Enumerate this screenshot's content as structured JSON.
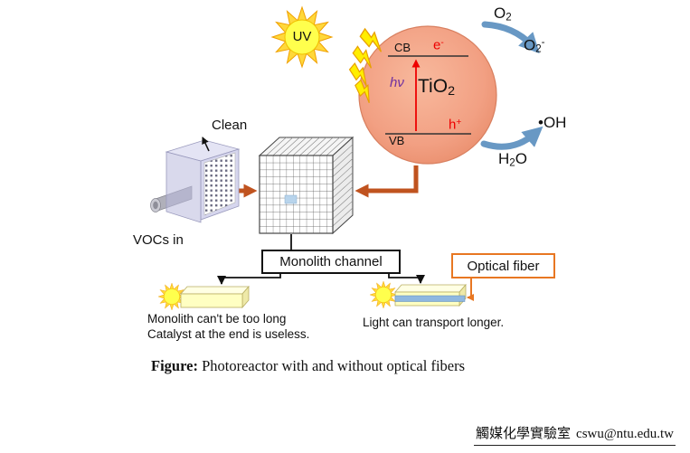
{
  "uv": {
    "label": "UV"
  },
  "particle": {
    "cb": "CB",
    "vb": "VB",
    "electron": {
      "base": "e",
      "sup": "-"
    },
    "hole": {
      "base": "h",
      "sup": "+"
    },
    "tio2": {
      "base": "TiO",
      "sub": "2"
    },
    "photon": "hν"
  },
  "species": {
    "o2": {
      "base": "O",
      "sub": "2"
    },
    "superoxide": {
      "base": "O",
      "sub": "2",
      "sup": "-"
    },
    "hydroxyl": "•OH",
    "water": {
      "h": "H",
      "sub": "2",
      "o": "O"
    }
  },
  "reactor": {
    "clean_label": "Clean",
    "vocs_label": "VOCs in"
  },
  "monolith": {
    "channel_label": "Monolith channel"
  },
  "optical_fiber": {
    "label": "Optical fiber"
  },
  "notes": {
    "left_line1": "Monolith can't be too long",
    "left_line2": "Catalyst at the end is useless.",
    "right_line": "Light can transport longer."
  },
  "caption": {
    "label": "Figure:",
    "text": " Photoreactor with and without optical fibers"
  },
  "footer": {
    "lab": "觸媒化學實驗室",
    "email": "cswu@ntu.edu.tw"
  },
  "icons": {
    "uv_sun": "sun-icon",
    "small_sun": "sun-icon",
    "lightning": "lightning-bolt-icon"
  },
  "colors": {
    "particle_fill": "#f2a083",
    "electron_hole_red": "#ee0000",
    "photon_purple": "#7030a0",
    "reaction_arrow_blue": "#6898c4",
    "flow_arrow_orange": "#c0531f",
    "optical_fiber_border": "#e87722",
    "sun_yellow": "#ffff4d",
    "fiber_blue": "#8fb8e0"
  }
}
